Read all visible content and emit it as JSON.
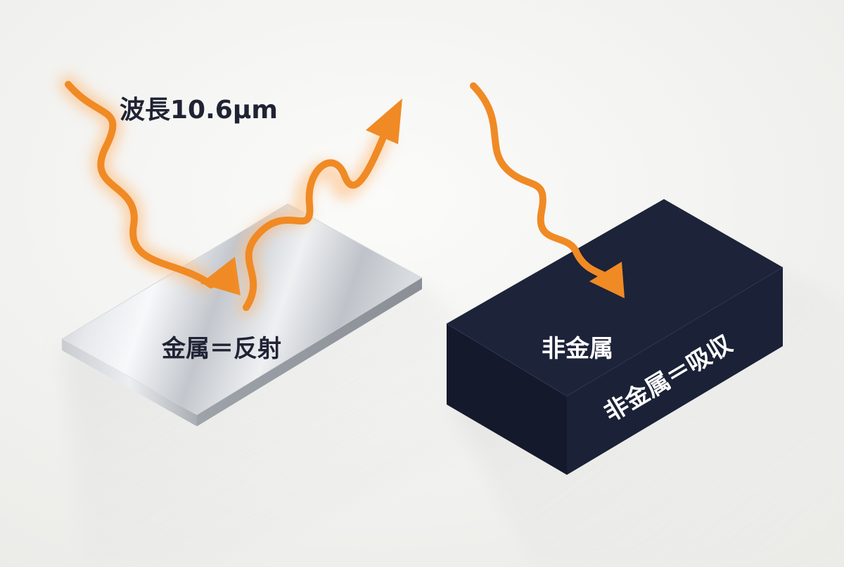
{
  "labels": {
    "wavelength": "波長10.6μm",
    "metal": "金属＝反射",
    "nonmetal_top": "非金属",
    "nonmetal_side": "非金属＝吸収"
  },
  "colors": {
    "background": "#f3f3f1",
    "laser": "#f08a24",
    "laser_glow": "#ffb36b",
    "metal_light": "#f4f5f7",
    "metal_mid": "#c9ccd1",
    "metal_dark": "#9da2a9",
    "block_top": "#1c2238",
    "block_front": "#151a2c",
    "block_side": "#1f2640",
    "text_dark": "#1f2334",
    "text_light": "#ffffff"
  }
}
